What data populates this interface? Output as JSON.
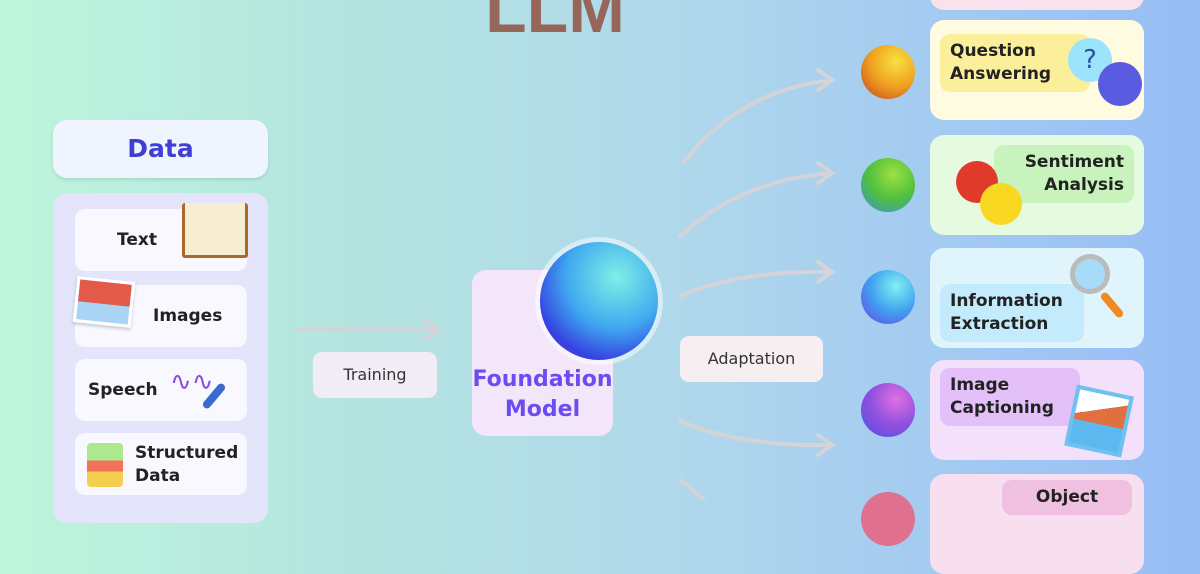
{
  "title": "LLM",
  "data_panel": {
    "header": "Data",
    "items": [
      {
        "label": "Text",
        "icon": "book-icon"
      },
      {
        "label": "Images",
        "icon": "photos-icon"
      },
      {
        "label": "Speech",
        "icon": "microphone-icon"
      },
      {
        "label_1": "Structured",
        "label_2": "Data",
        "icon": "flowchart-icon"
      }
    ]
  },
  "training": "Training",
  "foundation": {
    "line1": "Foundation",
    "line2": "Model",
    "icon": "network-sphere-icon"
  },
  "adaptation": "Adaptation",
  "tasks": [
    {
      "line1": "Question",
      "line2": "Answering",
      "icon": "speech-bubbles-icon",
      "color": "#fffbe0"
    },
    {
      "line1": "Sentiment",
      "line2": "Analysis",
      "icon": "emoji-faces-icon",
      "color": "#e6fae0"
    },
    {
      "line1": "Information",
      "line2": "Extraction",
      "icon": "magnifier-icon",
      "color": "#e0f4fc"
    },
    {
      "line1": "Image",
      "line2": "Captioning",
      "icon": "picture-icon",
      "color": "#f3e0fb"
    },
    {
      "line1": "Object",
      "color": "#f7dff0"
    }
  ],
  "colors": {
    "title": "#96665a",
    "data_header": "#3f3fd6",
    "foundation_text": "#6a4df0"
  }
}
